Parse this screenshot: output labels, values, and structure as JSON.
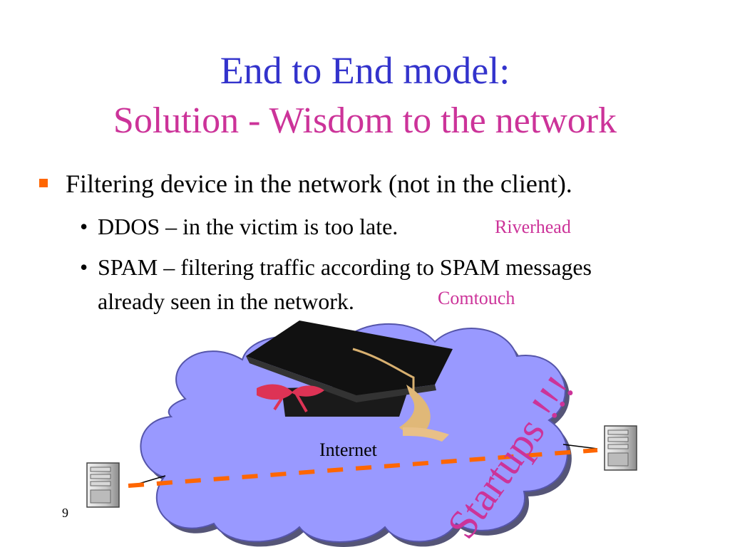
{
  "title": {
    "line1": "End to End model:",
    "line2": "Solution - Wisdom to the network"
  },
  "bullets": {
    "main": "Filtering device in the network (not in the client).",
    "sub1": {
      "text": "DDOS –  in the victim is too late.",
      "note": "Riverhead"
    },
    "sub2": {
      "line1": "SPAM – filtering traffic according to SPAM messages",
      "line2": "already seen in the network.",
      "note": "Comtouch"
    }
  },
  "sub_bullet_glyph": "•",
  "diagram": {
    "cloud_label": "Internet",
    "slanted_text": "Startups !!!",
    "icons": [
      "graduation-cap-icon",
      "server-left-icon",
      "server-right-icon",
      "cloud-shape"
    ]
  },
  "page_number": "9",
  "colors": {
    "title_blue": "#3333cc",
    "accent_magenta": "#cc3399",
    "bullet_orange": "#ff6600",
    "cloud_fill": "#9999ff",
    "dash_line": "#ff6600"
  }
}
